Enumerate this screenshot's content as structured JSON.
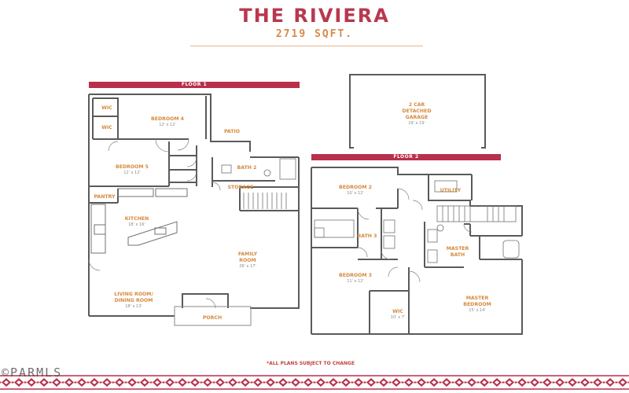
{
  "header": {
    "title": "THE RIVIERA",
    "subtitle": "2719 SQFT."
  },
  "floors": {
    "floor1": "FLOOR 1",
    "floor2": "FLOOR 2"
  },
  "rooms": {
    "wic_top": "WIC",
    "wic_lower": "WIC",
    "bedroom4": {
      "name": "BEDROOM 4",
      "dim": "12' x 12'"
    },
    "patio": "PATIO",
    "bedroom5": {
      "name": "BEDROOM 5",
      "dim": "12' x 12'"
    },
    "bath2": "BATH 2",
    "storage": "STORAGE",
    "pantry": "PANTRY",
    "kitchen": {
      "name": "KITCHEN",
      "dim": "18' x 16'"
    },
    "family_room": {
      "name1": "FAMILY",
      "name2": "ROOM",
      "dim": "26' x 17'"
    },
    "living_dining": {
      "name1": "LIVING ROOM/",
      "name2": "DINING ROOM",
      "dim": "18' x 13'"
    },
    "porch": "PORCH",
    "garage": {
      "line1": "2 CAR",
      "line2": "DETACHED",
      "line3": "GARAGE",
      "dim": "19' x 19'"
    },
    "bedroom2": {
      "name": "BEDROOM 2",
      "dim": "10' x 12'"
    },
    "utility": "UTILITY",
    "bath3": "BATH 3",
    "master_bath": {
      "name1": "MASTER",
      "name2": "BATH"
    },
    "bedroom3": {
      "name": "BEDROOM 3",
      "dim": "11' x 12'"
    },
    "master_bedroom": {
      "name1": "MASTER",
      "name2": "BEDROOM",
      "dim": "15' x 14'"
    },
    "wic2": {
      "name": "WIC",
      "dim": "10' x 7'"
    }
  },
  "footer": {
    "note": "*ALL PLANS SUBJECT TO CHANGE",
    "watermark": "©PARMLS"
  },
  "colors": {
    "title": "#b8384f",
    "subtitle": "#d9894b",
    "floor_bar": "#b8304a",
    "room_label": "#d58a3e",
    "walls": "#5a5a5a",
    "footer_pattern": "#b8304a"
  }
}
